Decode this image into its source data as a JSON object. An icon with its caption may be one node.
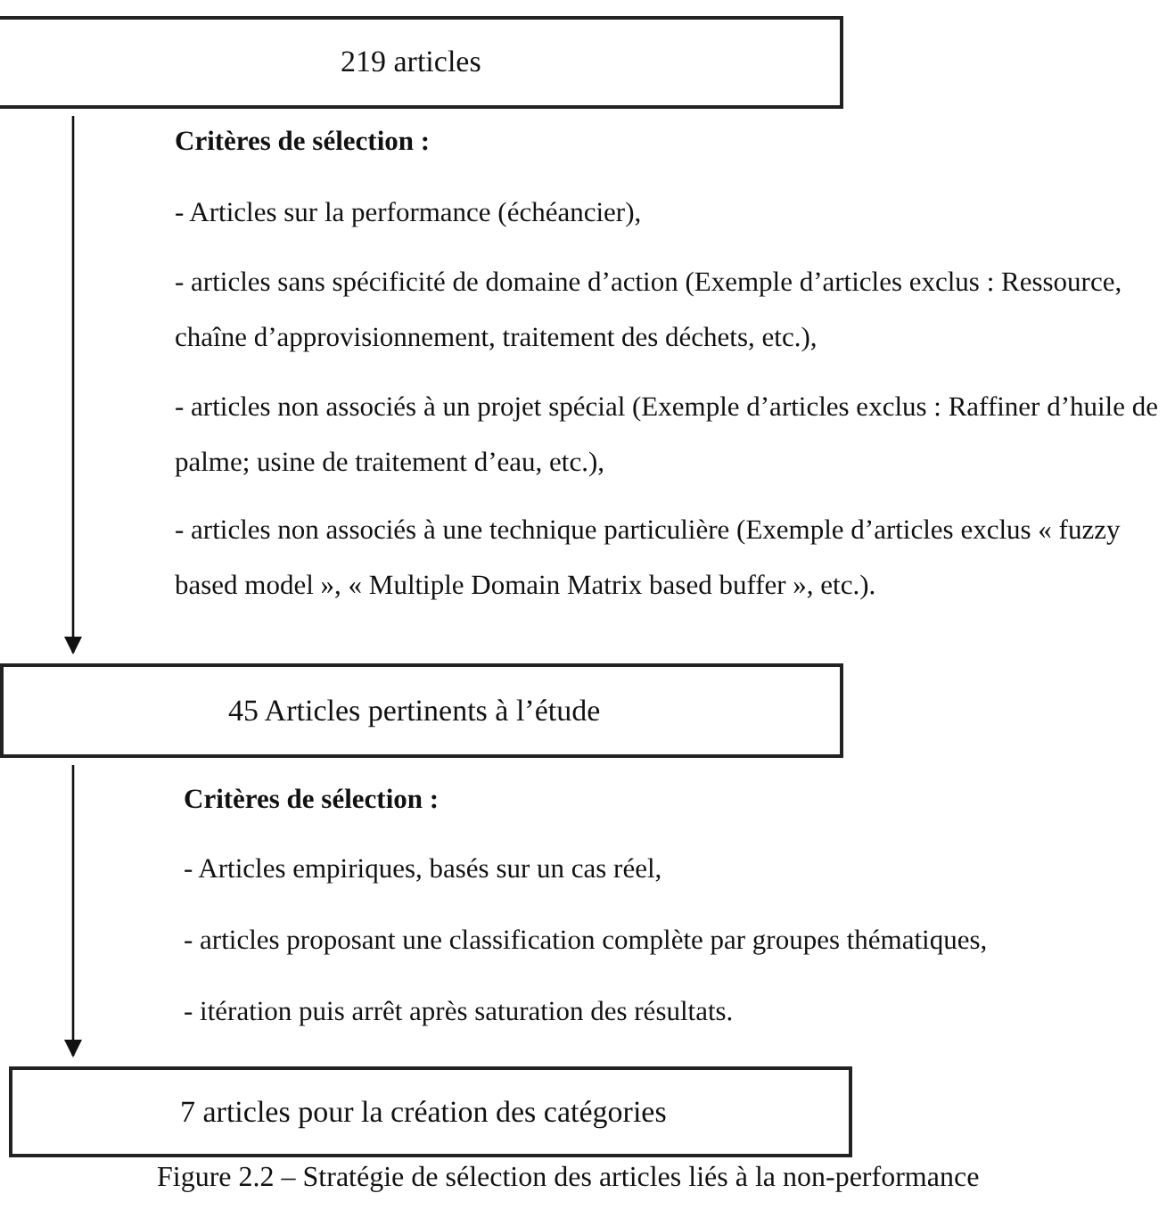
{
  "diagram": {
    "caption": "Figure 2.2 – Stratégie de sélection des articles liés à la non-performance",
    "nodes": [
      {
        "text": [
          "219 articles"
        ]
      },
      {
        "text": [
          "45 Articles pertinents à l’étude"
        ]
      },
      {
        "text": [
          "7 articles pour la création des catégories"
        ]
      }
    ],
    "edges": [
      {
        "from": 0,
        "to": 1,
        "arrow": "to"
      },
      {
        "from": 1,
        "to": 2,
        "arrow": "to"
      }
    ],
    "labels": [
      "Critères de sélection :",
      "- Articles sur la performance (échéancier),",
      "- articles sans spécificité de domaine d’action (Exemple d’articles exclus : Ressource, chaîne d’approvisionnement, traitement des déchets, etc.),",
      "- articles non associés à un projet spécial (Exemple d’articles exclus : Raffiner d’huile de palme; usine de traitement d’eau, etc.),",
      "- articles non associés à une technique particulière (Exemple d’articles exclus « fuzzy based model », « Multiple Domain Matrix based buffer », etc.).",
      "Critères de sélection :",
      "- Articles empiriques, basés sur un cas réel,",
      "- articles proposant une classification complète par groupes thématiques,",
      "- itération puis arrêt après saturation des résultats."
    ]
  }
}
